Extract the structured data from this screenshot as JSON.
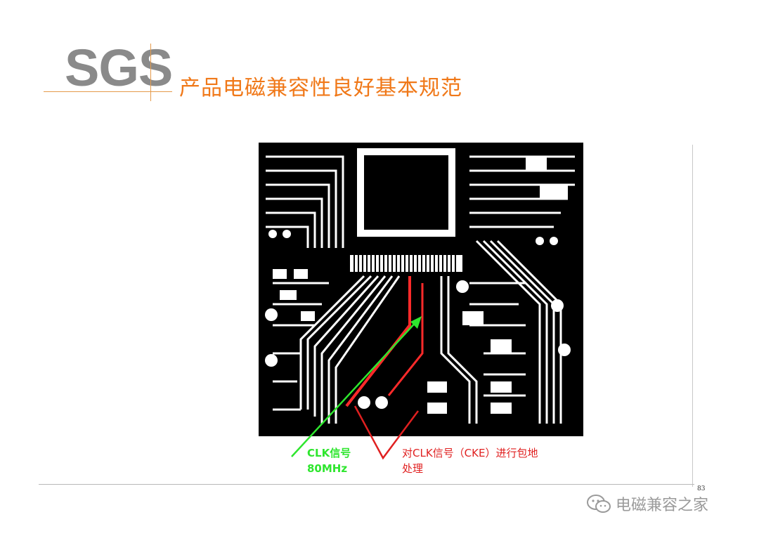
{
  "header": {
    "logo_text": "SGS",
    "title": "产品电磁兼容性良好基本规范"
  },
  "figure": {
    "clk_label_line1": "CLK信号",
    "clk_label_line2": "80MHz",
    "cke_label_line1": "对CLK信号（CKE）进行包地",
    "cke_label_line2": "处理"
  },
  "footer": {
    "page_number": "83",
    "watermark_text": "电磁兼容之家"
  },
  "colors": {
    "logo": "#8a8a8a",
    "title": "#f07818",
    "rule": "#e59a4a",
    "clk_arrow": "#2ee62e",
    "cke_outline": "#e02020"
  }
}
